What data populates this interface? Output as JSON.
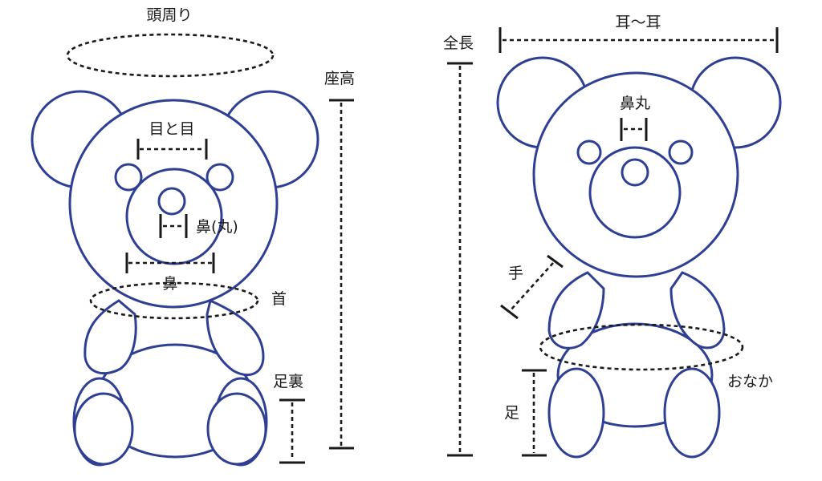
{
  "colors": {
    "outline": "#2e3f94",
    "measure": "#1a1a1a",
    "background": "#ffffff"
  },
  "left_bear": {
    "head_circumference": "頭周り",
    "eye_to_eye": "目と目",
    "nose_round": "鼻(丸)",
    "nose": "鼻",
    "neck": "首",
    "seated_height": "座高",
    "sole": "足裏"
  },
  "right_bear": {
    "ear_to_ear": "耳〜耳",
    "total_length": "全長",
    "nose_round": "鼻丸",
    "hand": "手",
    "belly": "おなか",
    "leg": "足"
  }
}
